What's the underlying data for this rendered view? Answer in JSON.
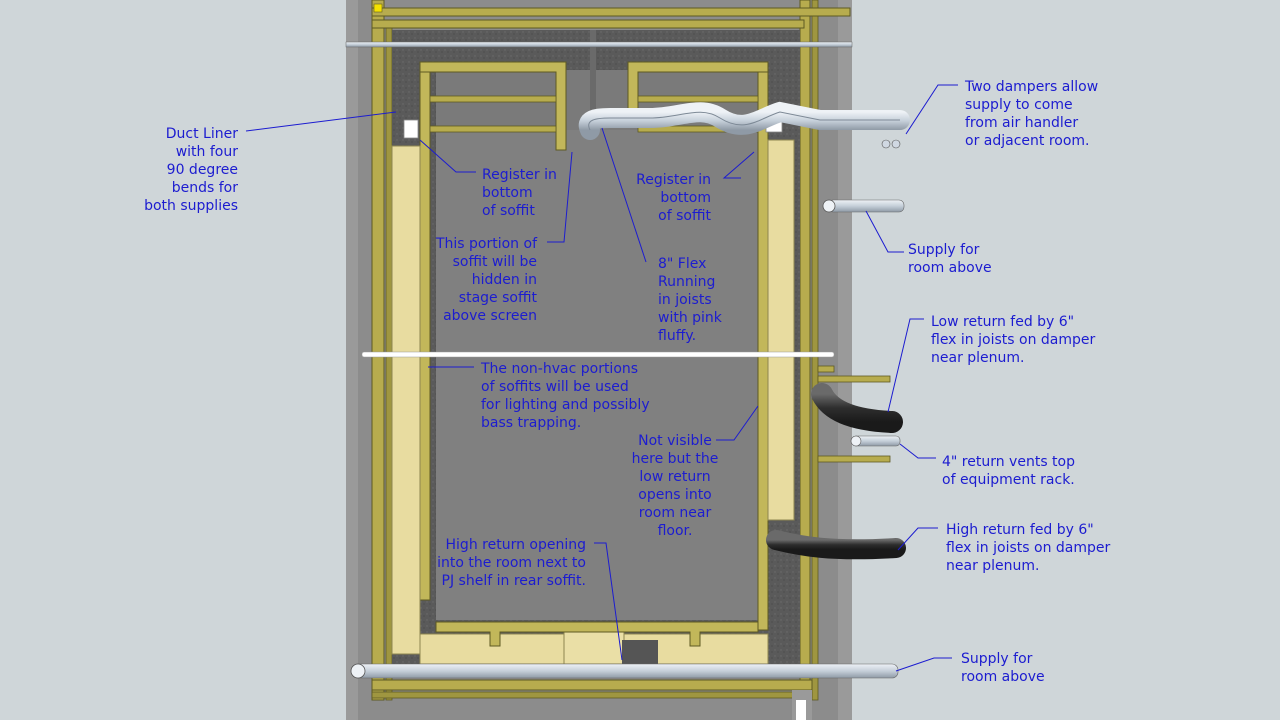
{
  "annotations": {
    "duct_liner": "Duct Liner\nwith four\n90 degree\nbends for\nboth supplies",
    "two_dampers": "Two dampers allow\nsupply to come\nfrom air handler\nor adjacent room.",
    "register_left": "Register in\nbottom\nof soffit",
    "register_right": "Register in\nbottom\nof soffit",
    "hidden_portion": "This portion of\nsoffit will be\nhidden in\nstage soffit\nabove screen",
    "flex_8": "8\" Flex\nRunning\nin joists\nwith pink\nfluffy.",
    "supply_above_top": "Supply for\nroom above",
    "low_return": "Low return fed by 6\"\nflex in joists on damper\nnear plenum.",
    "non_hvac": "The non-hvac portions\nof soffits will be used\nfor lighting and possibly\nbass trapping.",
    "not_visible": "Not visible\nhere but the\nlow return\nopens into\nroom near\nfloor.",
    "return_4in": "4\" return vents top\nof equipment rack.",
    "high_return_open": "High return opening\ninto the room next to\nPJ shelf in rear soffit.",
    "high_return_fed": "High return fed by 6\"\nflex in joists on damper\nnear plenum.",
    "supply_above_bottom": "Supply for\nroom above"
  },
  "colors": {
    "background": "#cfd6d9",
    "annotation_text": "#1c1cd0",
    "wall_gray": "#8a8a8a",
    "floor_gray": "#808080",
    "wood_frame": "#b7ac4e",
    "insulation": "#e8dca0",
    "duct_liner": "#575757",
    "flex_duct": "#d0d8e2",
    "return_flex": "#3a3a3a"
  }
}
